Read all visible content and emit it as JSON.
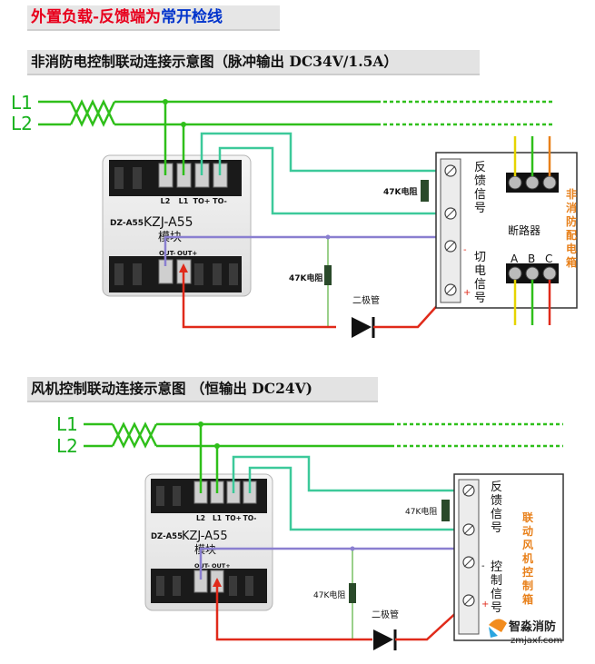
{
  "title": {
    "part1": "外置负载-反馈端为",
    "part2": "常开检线"
  },
  "diagram1": {
    "header": "非消防电控制联动连接示意图（脉冲输出 DC34V/1.5A）",
    "l1": "L1",
    "l2": "L2",
    "module_model": "DZ-A55",
    "module_name": "KZJ-A55",
    "module_sub": "模块",
    "term_labels": [
      "L2",
      "L1",
      "TO+",
      "TO-"
    ],
    "out_minus": "OUT-",
    "out_plus": "OUT+",
    "resistor1": "47K电阻",
    "resistor2": "47K电阻",
    "diode": "二极管",
    "feedback": [
      "反",
      "馈",
      "信",
      "号"
    ],
    "cut": [
      "切",
      "电",
      "信",
      "号"
    ],
    "breaker": "断路器",
    "abc": [
      "A",
      "B",
      "C"
    ],
    "box_side": [
      "非",
      "消",
      "防",
      "配",
      "电",
      "箱"
    ],
    "minus": "-",
    "plus": "+"
  },
  "diagram2": {
    "header": "风机控制联动连接示意图 （恒输出 DC24V)",
    "l1": "L1",
    "l2": "L2",
    "module_model": "DZ-A55",
    "module_name": "KZJ-A55",
    "module_sub": "模块",
    "term_labels": [
      "L2",
      "L1",
      "TO+",
      "TO-"
    ],
    "out_minus": "OUT-",
    "out_plus": "OUT+",
    "resistor1": "47K电阻",
    "resistor2": "47K电阻",
    "diode": "二极管",
    "feedback": [
      "反",
      "馈",
      "信",
      "号"
    ],
    "control": [
      "控",
      "制",
      "信",
      "号"
    ],
    "box_side": [
      "联",
      "动",
      "风",
      "机",
      "控",
      "制",
      "箱"
    ],
    "minus": "-",
    "plus": "+"
  },
  "watermark": {
    "name": "智淼消防",
    "url": "zmjaxf.com"
  }
}
